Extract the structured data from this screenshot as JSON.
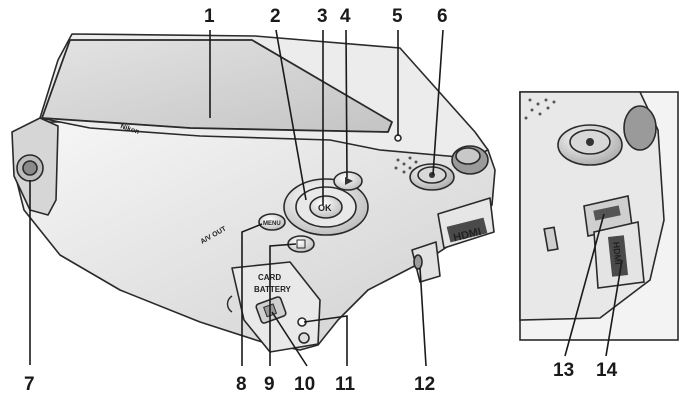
{
  "callouts": {
    "n1": "1",
    "n2": "2",
    "n3": "3",
    "n4": "4",
    "n5": "5",
    "n6": "6",
    "n7": "7",
    "n8": "8",
    "n9": "9",
    "n10": "10",
    "n11": "11",
    "n12": "12",
    "n13": "13",
    "n14": "14"
  },
  "body_text": {
    "brand": "Nikon",
    "ok": "OK",
    "menu": "MENU",
    "av": "A/V OUT",
    "card": "CARD",
    "battery": "BATTERY",
    "hdmi_main": "HDMI",
    "hdmi_inset": "HDMI"
  },
  "colors": {
    "outline": "#2a2a2a",
    "body_light": "#f2f2f2",
    "body_mid": "#d9d9d9",
    "body_shade": "#bdbdbd",
    "screen": "#cfcfcf",
    "dark": "#3a3a3a"
  }
}
